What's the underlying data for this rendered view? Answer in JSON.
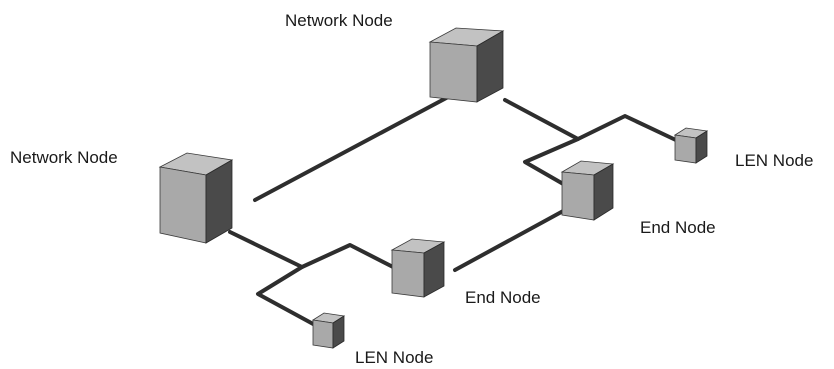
{
  "nodes": [
    {
      "id": "network-node-top",
      "label": "Network Node",
      "type": "network"
    },
    {
      "id": "network-node-left",
      "label": "Network Node",
      "type": "network"
    },
    {
      "id": "end-node-right",
      "label": "End Node",
      "type": "end"
    },
    {
      "id": "end-node-middle",
      "label": "End Node",
      "type": "end"
    },
    {
      "id": "len-node-right",
      "label": "LEN Node",
      "type": "len"
    },
    {
      "id": "len-node-bottom",
      "label": "LEN Node",
      "type": "len"
    }
  ],
  "links": [
    {
      "from": "network-node-top",
      "to": "network-node-left"
    },
    {
      "from": "network-node-top",
      "to": "len-node-right"
    },
    {
      "from": "network-node-top",
      "to": "end-node-right"
    },
    {
      "from": "network-node-left",
      "to": "end-node-middle"
    },
    {
      "from": "network-node-left",
      "to": "len-node-bottom"
    },
    {
      "from": "end-node-middle",
      "to": "end-node-right"
    }
  ]
}
